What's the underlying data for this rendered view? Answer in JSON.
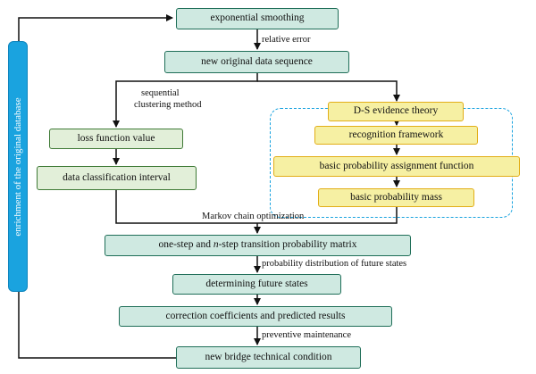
{
  "boxes": {
    "exponential_smoothing": "exponential smoothing",
    "new_original_data_sequence": "new original data sequence",
    "ds_evidence_theory": "D-S evidence theory",
    "recognition_framework": "recognition framework",
    "basic_probability_assignment_function": "basic probability assignment function",
    "basic_probability_mass": "basic probability mass",
    "loss_function_value": "loss function value",
    "data_classification_interval": "data classification interval",
    "transition_matrix_pre": "one-step and ",
    "transition_matrix_n": "n",
    "transition_matrix_post": "-step transition probability matrix",
    "determining_future_states": "determining future states",
    "correction_coefficients": "correction coefficients and predicted results",
    "new_bridge_condition": "new bridge technical condition"
  },
  "labels": {
    "relative_error": "relative error",
    "sequential_clustering_line1": "sequential",
    "sequential_clustering_line2": "clustering method",
    "markov_chain_optimization": "Markov chain optimization",
    "probability_distribution": "probability distribution of future states",
    "preventive_maintenance": "preventive maintenance"
  },
  "sidebar": {
    "text": "enrichment of the original database"
  },
  "colors": {
    "teal_fill": "#cfe9e1",
    "teal_border": "#1f6e58",
    "green_fill": "#e2efd9",
    "green_border": "#3f7a36",
    "yellow_fill": "#f6f0a3",
    "yellow_border": "#e2ae17",
    "accent_blue": "#1aa3df"
  }
}
